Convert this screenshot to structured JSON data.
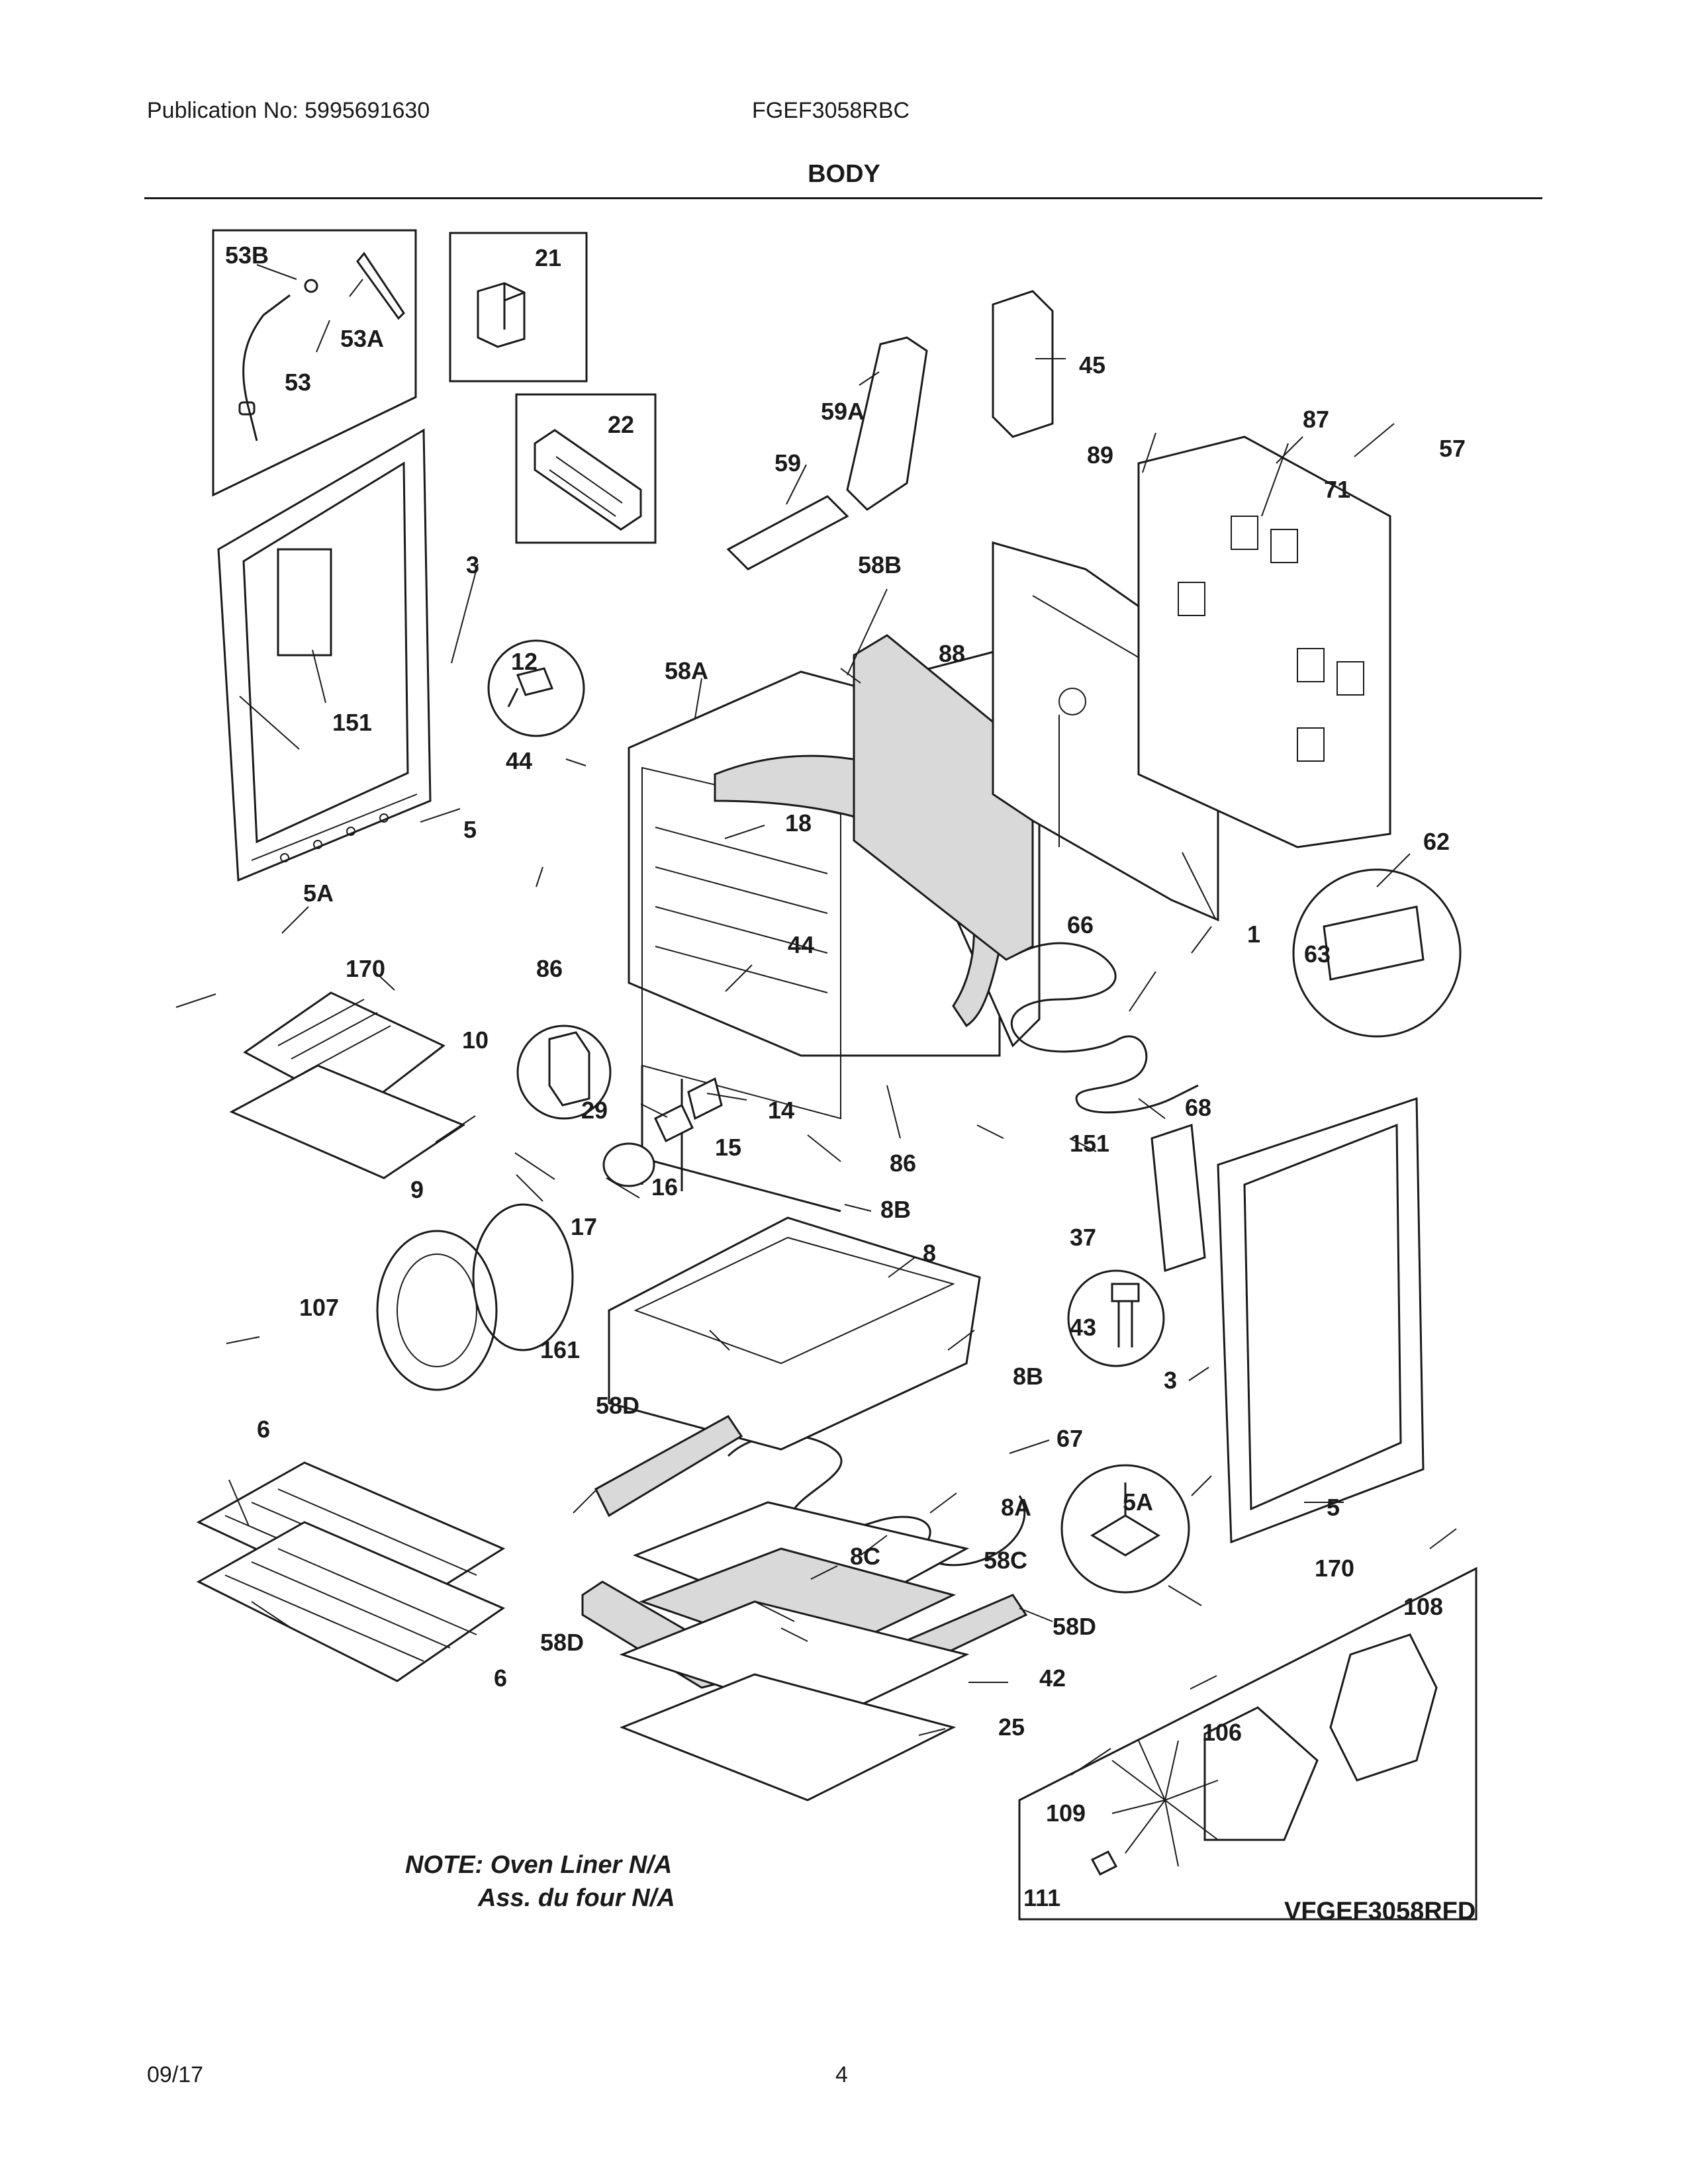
{
  "header": {
    "publication": "Publication No: 5995691630",
    "model": "FGEF3058RBC",
    "section_title": "BODY"
  },
  "parts": {
    "p53B": "53B",
    "p53A": "53A",
    "p53": "53",
    "p21": "21",
    "p22": "22",
    "p45": "45",
    "p59A": "59A",
    "p59": "59",
    "p87": "87",
    "p57": "57",
    "p89": "89",
    "p71": "71",
    "p3a": "3",
    "p58B": "58B",
    "p88": "88",
    "p12": "12",
    "p58A": "58A",
    "p151a": "151",
    "p44a": "44",
    "p18": "18",
    "p5a": "5",
    "p62": "62",
    "p5Aa": "5A",
    "p66": "66",
    "p1": "1",
    "p63": "63",
    "p170a": "170",
    "p86a": "86",
    "p44b": "44",
    "p10": "10",
    "p68": "68",
    "p29": "29",
    "p14": "14",
    "p15": "15",
    "p9": "9",
    "p16": "16",
    "p86b": "86",
    "p151b": "151",
    "p17": "17",
    "p8B_a": "8B",
    "p37": "37",
    "p8": "8",
    "p107": "107",
    "p43": "43",
    "p161": "161",
    "p8B_b": "8B",
    "p3b": "3",
    "p58Da": "58D",
    "p6a": "6",
    "p67": "67",
    "p5Ab": "5A",
    "p8A": "8A",
    "p5b": "5",
    "p8C": "8C",
    "p58C": "58C",
    "p170b": "170",
    "p108": "108",
    "p58Db": "58D",
    "p58Dc": "58D",
    "p6b": "6",
    "p42": "42",
    "p25": "25",
    "p106": "106",
    "p109": "109",
    "p111": "111"
  },
  "note": {
    "line1": "NOTE: Oven Liner N/A",
    "line2": "Ass. du four N/A"
  },
  "inset_code": "VFGEF3058RFD",
  "footer": {
    "date": "09/17",
    "page": "4"
  }
}
